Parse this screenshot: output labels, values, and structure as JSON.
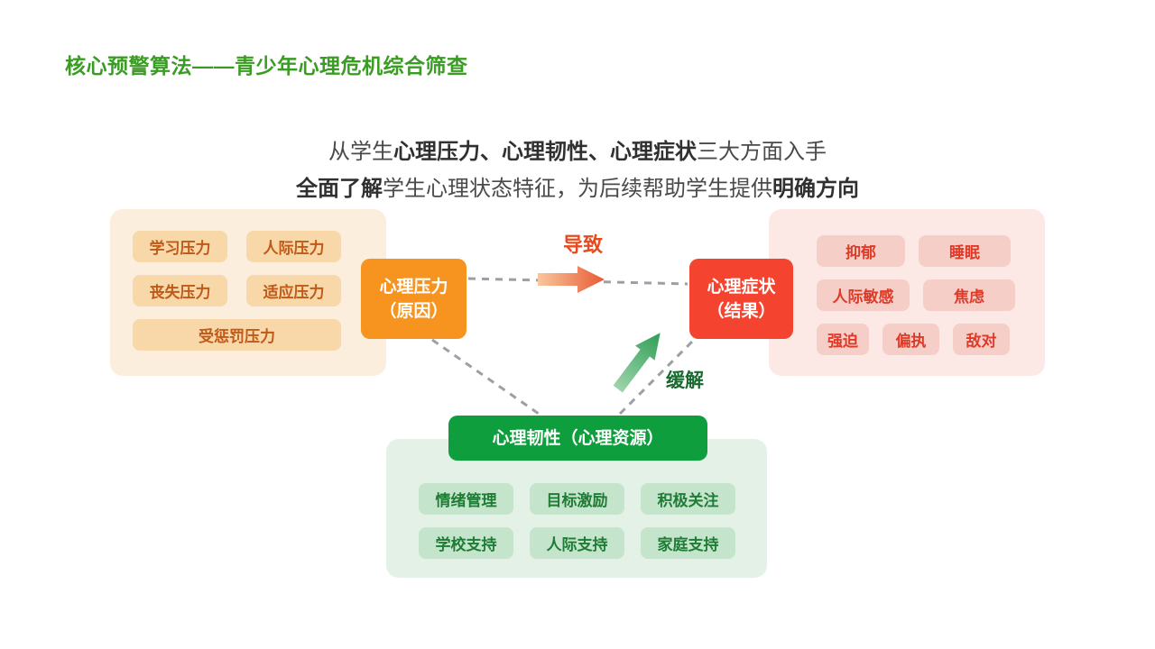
{
  "page": {
    "title": "核心预警算法——青少年心理危机综合筛查"
  },
  "subtitle": {
    "line1_pre": "从学生",
    "line1_bold": "心理压力、心理韧性、心理症状",
    "line1_post": "三大方面入手",
    "line2_bold1": "全面了解",
    "line2_mid": "学生心理状态特征，为后续帮助学生提供",
    "line2_bold2": "明确方向"
  },
  "diagram": {
    "stress_node": {
      "line1": "心理压力",
      "line2": "（原因）"
    },
    "symptom_node": {
      "line1": "心理症状",
      "line2": "（结果）"
    },
    "resilience_node": {
      "label": "心理韧性（心理资源）"
    },
    "cause_label": "导致",
    "relieve_label": "缓解",
    "stress_items": [
      "学习压力",
      "人际压力",
      "丧失压力",
      "适应压力",
      "受惩罚压力"
    ],
    "symptom_items": [
      "抑郁",
      "睡眠",
      "人际敏感",
      "焦虑",
      "强迫",
      "偏执",
      "敌对"
    ],
    "resilience_items": [
      "情绪管理",
      "目标激励",
      "积极关注",
      "学校支持",
      "人际支持",
      "家庭支持"
    ]
  },
  "colors": {
    "title_green": "#3A9D23",
    "stress_orange": "#F6941F",
    "symptom_red": "#F4432F",
    "resilience_green": "#0E9E3E",
    "stress_chip_bg": "#F8D7A9",
    "stress_chip_text": "#C05A17",
    "symptom_chip_bg": "#F6CEC8",
    "symptom_chip_text": "#DD3A28",
    "resilience_chip_bg": "#C4E4CB",
    "resilience_chip_text": "#1E7C35",
    "cause_label": "#E84A1E",
    "relieve_label": "#176B2F",
    "connector_gray": "#9AA0A6"
  }
}
